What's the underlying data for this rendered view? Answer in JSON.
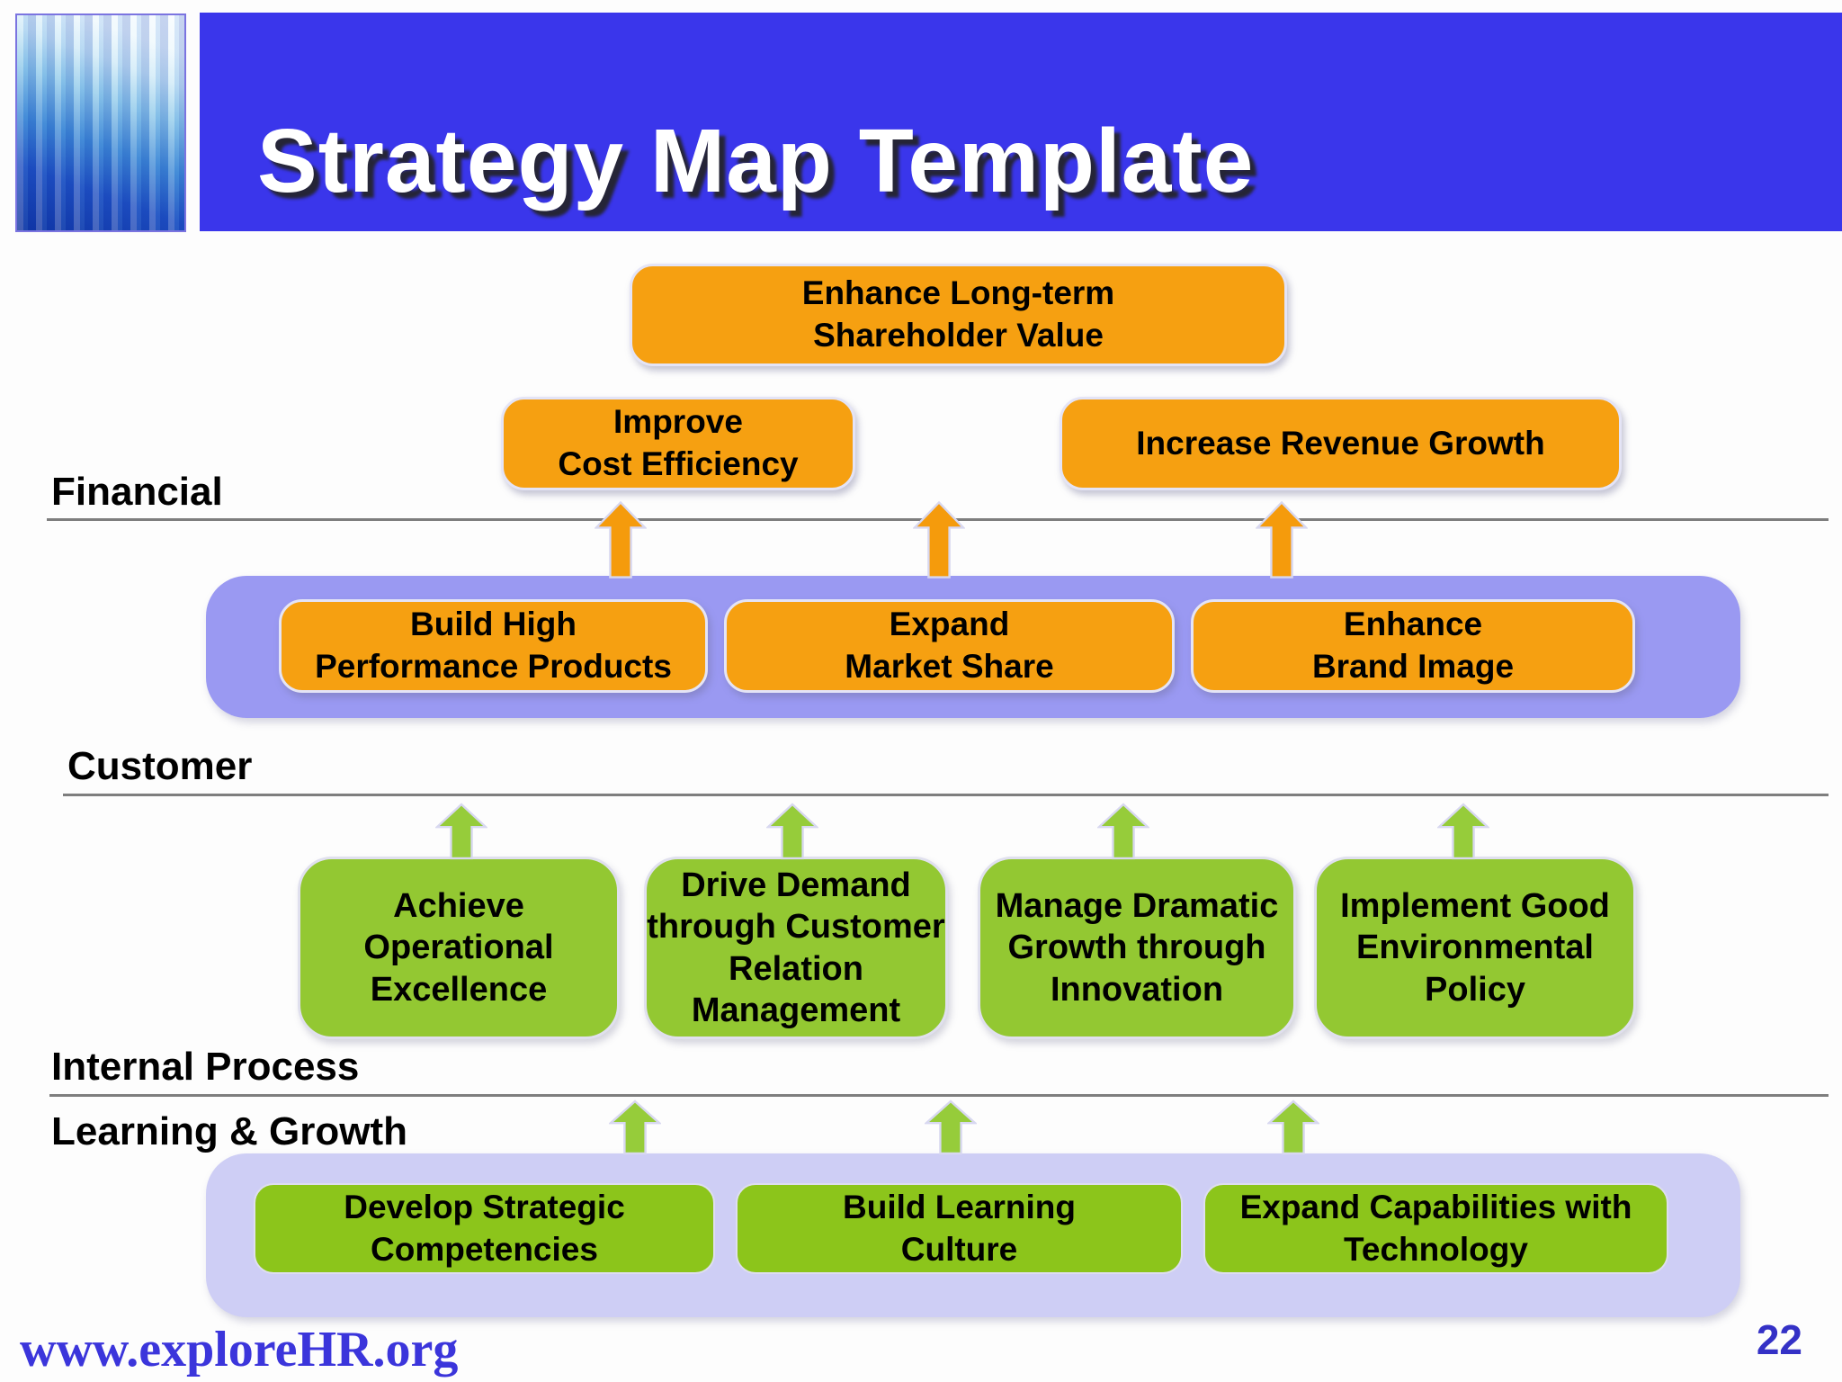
{
  "slide": {
    "title": "Strategy Map Template",
    "footer": "www.exploreHR.org",
    "page_number": "22"
  },
  "labels": {
    "financial": "Financial",
    "customer": "Customer",
    "internal_process": "Internal Process",
    "learning_growth": "Learning & Growth"
  },
  "financial_row": {
    "top_box": "Enhance Long-term\nShareholder Value",
    "left_box": "Improve\nCost Efficiency",
    "right_box": "Increase Revenue Growth"
  },
  "customer_row": {
    "boxes": [
      "Build High\nPerformance Products",
      "Expand\nMarket Share",
      "Enhance\nBrand Image"
    ]
  },
  "internal_row": {
    "boxes": [
      "Achieve\nOperational\nExcellence",
      "Drive Demand\nthrough Customer\nRelation\nManagement",
      "Manage Dramatic\nGrowth through\nInnovation",
      "Implement Good\nEnvironmental\nPolicy"
    ]
  },
  "learning_row": {
    "boxes": [
      "Develop Strategic\nCompetencies",
      "Build Learning\nCulture",
      "Expand Capabilities with\nTechnology"
    ]
  },
  "icons": {
    "up_arrow": "up-arrow"
  },
  "colors": {
    "header_blue": "#3a36eb",
    "accent_orange": "#f6a011",
    "arrow_orange": "#f59b0c",
    "panel_purple": "#9a99f2",
    "panel_lavender": "#cecef5",
    "accent_green": "#93c832",
    "green_dark": "#8cc51b",
    "arrow_green": "#96cc3a",
    "line_gray": "#7e7e7e",
    "footer_blue": "#3b35db",
    "pagenum_blue": "#3431c6"
  }
}
